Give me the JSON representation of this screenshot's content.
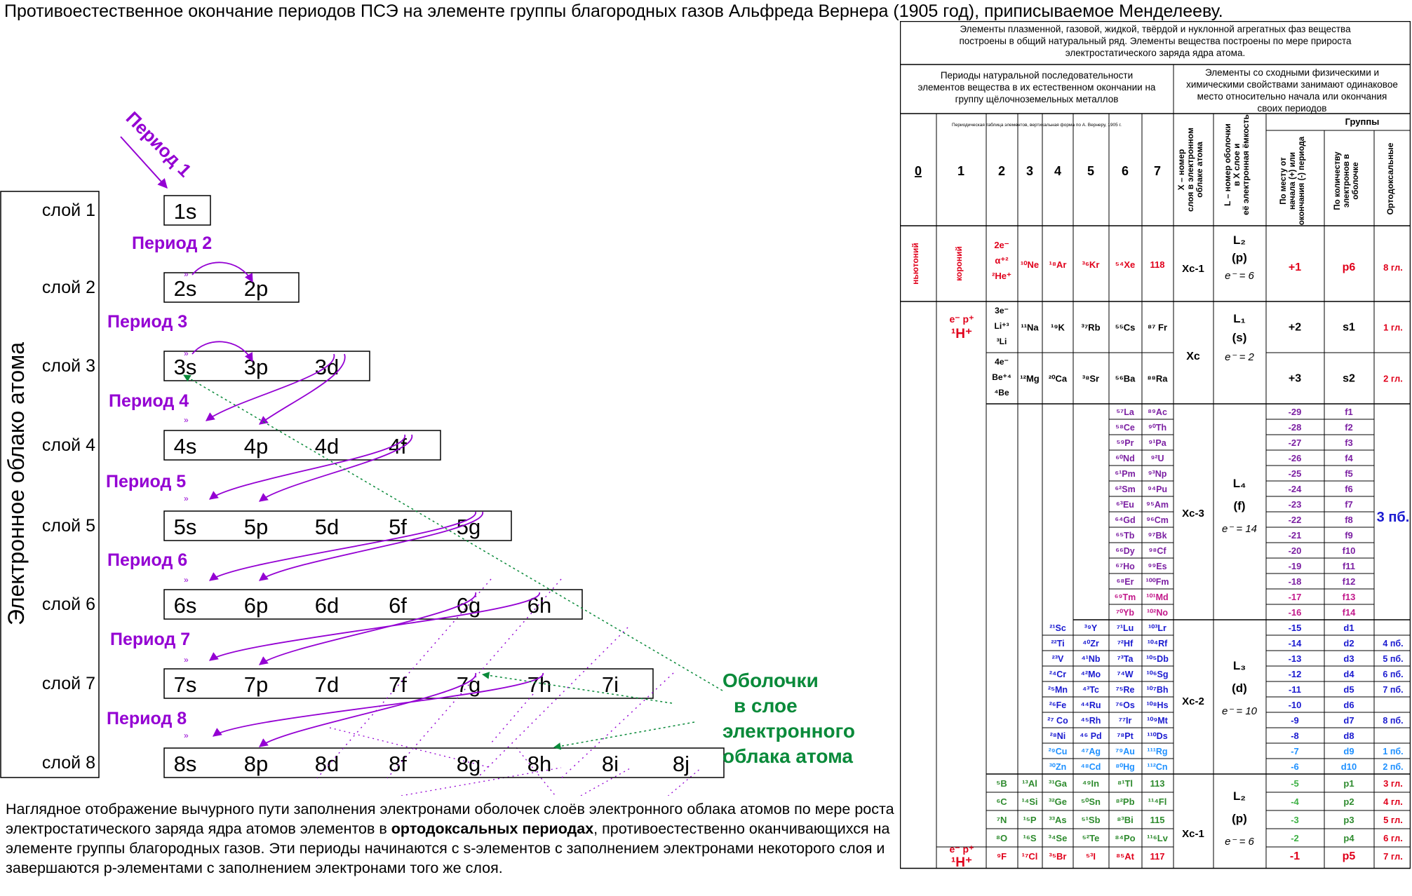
{
  "title": "Противоестественное окончание периодов ПСЭ на элементе группы благородных газов Альфреда Вернера (1905 год), приписываемое Менделееву.",
  "caption": {
    "pre": "Наглядное отображение вычурного пути заполнения электронами оболочек слоёв электронного облака атомов по мере роста электростатического заряда ядра атомов элементов в ",
    "bold": "ортодоксальных периодах",
    "post": ", противоестественно оканчивающихся на элементе группы благородных газов. Эти периоды начинаются с s-элементов с заполнением электронами некоторого слоя и завершаются p-элементами с заполнением электронами того же слоя."
  },
  "diagram": {
    "side_label": "Электронное облако атома",
    "layers": [
      {
        "label": "слой 1",
        "period": "Период 1",
        "shells": [
          "1s"
        ]
      },
      {
        "label": "слой 2",
        "period": "Период 2",
        "shells": [
          "2s",
          "2p"
        ]
      },
      {
        "label": "слой 3",
        "period": "Период 3",
        "shells": [
          "3s",
          "3p",
          "3d"
        ]
      },
      {
        "label": "слой 4",
        "period": "Период 4",
        "shells": [
          "4s",
          "4p",
          "4d",
          "4f"
        ]
      },
      {
        "label": "слой 5",
        "period": "Период 5",
        "shells": [
          "5s",
          "5p",
          "5d",
          "5f",
          "5g"
        ]
      },
      {
        "label": "слой 6",
        "period": "Период 6",
        "shells": [
          "6s",
          "6p",
          "6d",
          "6f",
          "6g",
          "6h"
        ]
      },
      {
        "label": "слой 7",
        "period": "Период 7",
        "shells": [
          "7s",
          "7p",
          "7d",
          "7f",
          "7g",
          "7h",
          "7i"
        ]
      },
      {
        "label": "слой 8",
        "period": "Период 8",
        "shells": [
          "8s",
          "8p",
          "8d",
          "8f",
          "8g",
          "8h",
          "8i",
          "8j"
        ]
      }
    ],
    "shells_label": [
      "Оболочки",
      "в слое",
      "электронного",
      "облака атома"
    ],
    "colors": {
      "period": "#9400D3",
      "shells_label": "#0A8A3A"
    }
  },
  "table": {
    "header_top": [
      "Элементы плазменной, газовой, жидкой, твёрдой и нуклонной агрегатных фаз вещества",
      "построены в общий натуральный ряд. Элементы вещества построены по мере прироста",
      "электростатического заряда ядра атома."
    ],
    "periods_title": [
      "Периоды натуральной последовательности",
      "элементов вещества в их естественном окончании на",
      "группу щёлочноземельных металлов"
    ],
    "periods_title_bold": "Периоды",
    "similar_title": [
      "Элементы со сходными физическими и",
      "химическими свойствами занимают одинаковое",
      "место относительно начала или окончания",
      "своих периодов"
    ],
    "small_caption": "Периодическая таблица элементов, вертикальная форма по А. Вернеру, 1905 г.",
    "groups_title": "Группы",
    "col_numbers": [
      "0",
      "1",
      "2",
      "3",
      "4",
      "5",
      "6",
      "7"
    ],
    "col_x": "X – номер слоя в электронном облаке атома",
    "col_l": "L – номер оболочки в X слое и её электронная ёмкость",
    "col_place": "По месту от начала (+) или окончания (-) периода",
    "col_count": "По количеству электронов в оболочке",
    "col_ortho": "Ортодоксальные",
    "row0": {
      "c0": "ньютоний",
      "c1": "короний",
      "c2": [
        "2e⁻",
        "α⁺²",
        "²He⁺"
      ],
      "c3": "¹⁰Ne",
      "c4": "¹⁸Ar",
      "c5": "³⁶Kr",
      "c6": "⁵⁴Xe",
      "c7": "118",
      "x": "Xc-1",
      "l": [
        "L₂",
        "(p)",
        "e⁻ = 6"
      ],
      "place": "+1",
      "count": "p6",
      "ortho": "8 гл."
    },
    "h_top": {
      "sym": "e⁻ p⁺",
      "el": "¹H⁺"
    },
    "row1": {
      "c2": [
        "3e⁻",
        "Li⁺³",
        "³Li"
      ],
      "c3": "¹¹Na",
      "c4": "¹⁹K",
      "c5": "³⁷Rb",
      "c6": "⁵⁵Cs",
      "c7": "⁸⁷ Fr",
      "place": "+2",
      "count": "s1",
      "ortho": "1 гл."
    },
    "row2": {
      "c2": [
        "4e⁻",
        "Be⁺⁴",
        "⁴Be"
      ],
      "c3": "¹²Mg",
      "c4": "²⁰Ca",
      "c5": "³⁸Sr",
      "c6": "⁵⁶Ba",
      "c7": "⁸⁸Ra",
      "place": "+3",
      "count": "s2",
      "ortho": "2 гл."
    },
    "s_block": {
      "x": "Xc",
      "l": [
        "L₁",
        "(s)",
        "e⁻ = 2"
      ]
    },
    "f_block": {
      "c6": [
        "⁵⁷La",
        "⁵⁸Ce",
        "⁵⁹Pr",
        "⁶⁰Nd",
        "⁶¹Pm",
        "⁶²Sm",
        "⁶³Eu",
        "⁶⁴Gd",
        "⁶⁵Tb",
        "⁶⁶Dy",
        "⁶⁷Ho",
        "⁶⁸Er",
        "⁶⁹Tm",
        "⁷⁰Yb"
      ],
      "c7": [
        "⁸⁹Ac",
        "⁹⁰Th",
        "⁹¹Pa",
        "⁹²U",
        "⁹³Np",
        "⁹⁴Pu",
        "⁹⁵Am",
        "⁹⁶Cm",
        "⁹⁷Bk",
        "⁹⁸Cf",
        "⁹⁹Es",
        "¹⁰⁰Fm",
        "¹⁰¹Md",
        "¹⁰²No"
      ],
      "place": [
        "-29",
        "-28",
        "-27",
        "-26",
        "-25",
        "-24",
        "-23",
        "-22",
        "-21",
        "-20",
        "-19",
        "-18",
        "-17",
        "-16"
      ],
      "count": [
        "f1",
        "f2",
        "f3",
        "f4",
        "f5",
        "f6",
        "f7",
        "f8",
        "f9",
        "f10",
        "f11",
        "f12",
        "f13",
        "f14"
      ],
      "x": "Xc-3",
      "l": [
        "L₄",
        "(f)",
        "e⁻ = 14"
      ],
      "ortho": "3 пб."
    },
    "d_block": {
      "c4": [
        "²¹Sc",
        "²²Ti",
        "²³V",
        "²⁴Cr",
        "²⁵Mn",
        "²⁶Fe",
        "²⁷ Co",
        "²⁸Ni",
        "²⁹Cu",
        "³⁰Zn"
      ],
      "c5": [
        "³⁹Y",
        "⁴⁰Zr",
        "⁴¹Nb",
        "⁴²Mo",
        "⁴³Tc",
        "⁴⁴Ru",
        "⁴⁵Rh",
        "⁴⁶ Pd",
        "⁴⁷Ag",
        "⁴⁸Cd"
      ],
      "c6": [
        "⁷¹Lu",
        "⁷²Hf",
        "⁷³Ta",
        "⁷⁴W",
        "⁷⁵Re",
        "⁷⁶Os",
        "⁷⁷Ir",
        "⁷⁸Pt",
        "⁷⁹Au",
        "⁸⁰Hg"
      ],
      "c7": [
        "¹⁰³Lr",
        "¹⁰⁴Rf",
        "¹⁰⁵Db",
        "¹⁰⁶Sg",
        "¹⁰⁷Bh",
        "¹⁰⁸Hs",
        "¹⁰⁹Mt",
        "¹¹⁰Ds",
        "¹¹¹Rg",
        "¹¹²Cn"
      ],
      "place": [
        "-15",
        "-14",
        "-13",
        "-12",
        "-11",
        "-10",
        "-9",
        "-8",
        "-7",
        "-6"
      ],
      "count": [
        "d1",
        "d2",
        "d3",
        "d4",
        "d5",
        "d6",
        "d7",
        "d8",
        "d9",
        "d10"
      ],
      "x": "Xc-2",
      "l": [
        "L₃",
        "(d)",
        "e⁻ = 10"
      ],
      "ortho": [
        "",
        "4 пб.",
        "5 пб.",
        "6 пб.",
        "7 пб.",
        "",
        "8 пб.",
        "",
        "1 пб.",
        "2 пб."
      ]
    },
    "p_block": {
      "c2": [
        "⁵B",
        "⁶C",
        "⁷N",
        "⁸O",
        "⁹F"
      ],
      "c3": [
        "¹³Al",
        "¹⁴Si",
        "¹⁵P",
        "¹⁶S",
        "¹⁷Cl"
      ],
      "c4": [
        "³¹Ga",
        "³²Ge",
        "³³As",
        "³⁴Se",
        "³⁵Br"
      ],
      "c5": [
        "⁴⁹In",
        "⁵⁰Sn",
        "⁵¹Sb",
        "⁵²Te",
        "⁵³I"
      ],
      "c6": [
        "⁸¹Tl",
        "⁸²Pb",
        "⁸³Bi",
        "⁸⁴Po",
        "⁸⁵At"
      ],
      "c7": [
        "113",
        "¹¹⁴Fl",
        "115",
        "¹¹⁶Lv",
        "117"
      ],
      "place": [
        "-5",
        "-4",
        "-3",
        "-2",
        "-1"
      ],
      "count": [
        "p1",
        "p2",
        "p3",
        "p4",
        "p5"
      ],
      "ortho": [
        "3 гл.",
        "4 гл.",
        "5 гл.",
        "6 гл.",
        "7 гл."
      ],
      "x": "Xc-1",
      "l": [
        "L₂",
        "(p)",
        "e⁻ = 6"
      ]
    },
    "h_bottom": {
      "sym": "e⁻ p⁺",
      "el": "¹H⁺"
    },
    "colors": {
      "red": "#E0001B",
      "purple": "#7B1FA2",
      "magenta": "#C2188A",
      "blue": "#1A1AD0",
      "cyan": "#1E90FF",
      "green": "#2E8B2E",
      "lightgreen": "#3CB043"
    }
  }
}
